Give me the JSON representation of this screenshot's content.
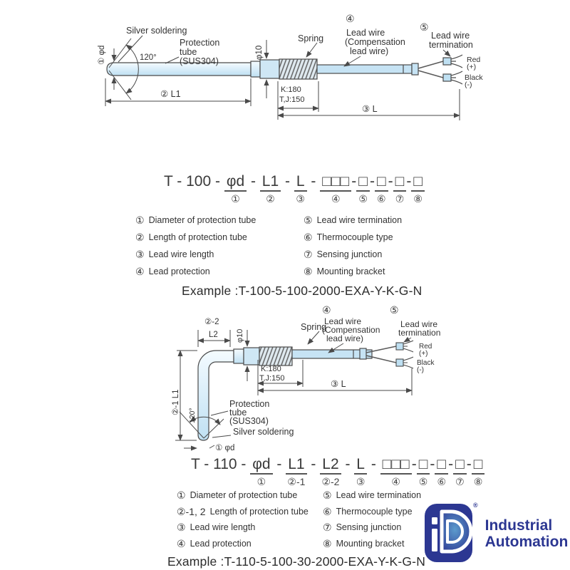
{
  "colors": {
    "tube_fill_light": "#eaf6fd",
    "tube_fill": "#c6e3f4",
    "line": "#4a4a4a",
    "text": "#333333",
    "logo_blue": "#2c3792",
    "logo_inner_blue": "#4e8fc0",
    "terminal_red_label": "Red",
    "terminal_black_label": "Black"
  },
  "drawing1": {
    "callouts": {
      "silver_soldering": "Silver soldering",
      "protection_tube": [
        "Protection",
        "tube",
        "(SUS304)"
      ],
      "spring": "Spring",
      "lead_wire_num": "④",
      "lead_wire": [
        "Lead wire",
        "(Compensation",
        "lead wire)"
      ],
      "termination_num": "⑤",
      "termination": [
        "Lead wire",
        "termination"
      ],
      "red": "Red",
      "red_sign": "(+)",
      "black": "Black",
      "black_sign": "(-)"
    },
    "dims": {
      "phi_d": "① φd",
      "angle": "120°",
      "l1": "② L1",
      "phi_10": "φ10",
      "spring_len_1": "K:180",
      "spring_len_2": "T,J:150",
      "l": "③ L"
    }
  },
  "model1": {
    "prefix": "T - 100",
    "segments": [
      {
        "sep": " - ",
        "text": "φd",
        "num": "①"
      },
      {
        "sep": " - ",
        "text": "L1",
        "num": "②"
      },
      {
        "sep": " - ",
        "text": "L",
        "num": "③"
      },
      {
        "sep": " - ",
        "text": "□□□",
        "num": "④"
      },
      {
        "sep": "-",
        "text": "□",
        "num": "⑤"
      },
      {
        "sep": "-",
        "text": "□",
        "num": "⑥"
      },
      {
        "sep": "-",
        "text": "□",
        "num": "⑦"
      },
      {
        "sep": "-",
        "text": "□",
        "num": "⑧"
      }
    ]
  },
  "legend1": {
    "items": [
      {
        "num": "①",
        "label": "Diameter of protection tube"
      },
      {
        "num": "②",
        "label": "Length of protection tube"
      },
      {
        "num": "③",
        "label": "Lead wire length"
      },
      {
        "num": "④",
        "label": "Lead protection"
      },
      {
        "num": "⑤",
        "label": "Lead wire termination"
      },
      {
        "num": "⑥",
        "label": "Thermocouple type"
      },
      {
        "num": "⑦",
        "label": "Sensing junction"
      },
      {
        "num": "⑧",
        "label": "Mounting bracket"
      }
    ]
  },
  "example1": "Example :T-100-5-100-2000-EXA-Y-K-G-N",
  "drawing2": {
    "callouts": {
      "silver_soldering": "Silver soldering",
      "protection_tube": [
        "Protection",
        "tube",
        "(SUS304)"
      ],
      "spring": "Spring",
      "lead_wire_num": "④",
      "lead_wire": [
        "Lead wire",
        "(Compensation",
        "lead wire)"
      ],
      "termination_num": "⑤",
      "termination": [
        "Lead wire",
        "termination"
      ],
      "red": "Red",
      "red_sign": "(+)",
      "black": "Black",
      "black_sign": "(-)"
    },
    "dims": {
      "l2_num": "②-2",
      "l2": "L2",
      "phi_10": "φ10",
      "spring_len_1": "K:180",
      "spring_len_2": "T,J:150",
      "l": "③ L",
      "l1": "②-1 L1",
      "angle": "120°",
      "phi_d": "① φd"
    }
  },
  "model2": {
    "prefix": "T - 110",
    "segments": [
      {
        "sep": " - ",
        "text": "φd",
        "num": "①"
      },
      {
        "sep": " - ",
        "text": "L1",
        "num": "②-1"
      },
      {
        "sep": " - ",
        "text": "L2",
        "num": "②-2"
      },
      {
        "sep": " - ",
        "text": "L",
        "num": "③"
      },
      {
        "sep": " - ",
        "text": "□□□",
        "num": "④"
      },
      {
        "sep": "-",
        "text": "□",
        "num": "⑤"
      },
      {
        "sep": "-",
        "text": "□",
        "num": "⑥"
      },
      {
        "sep": "-",
        "text": "□",
        "num": "⑦"
      },
      {
        "sep": "-",
        "text": "□",
        "num": "⑧"
      }
    ]
  },
  "legend2": {
    "items": [
      {
        "num": "①",
        "label": "Diameter of protection tube"
      },
      {
        "num": "②-1, 2",
        "label": "Length of protection tube"
      },
      {
        "num": "③",
        "label": "Lead wire length"
      },
      {
        "num": "④",
        "label": "Lead protection"
      },
      {
        "num": "⑤",
        "label": "Lead wire termination"
      },
      {
        "num": "⑥",
        "label": "Thermocouple type"
      },
      {
        "num": "⑦",
        "label": "Sensing junction"
      },
      {
        "num": "⑧",
        "label": "Mounting bracket"
      }
    ]
  },
  "example2": "Example :T-110-5-100-30-2000-EXA-Y-K-G-N",
  "logo": {
    "registered": "®",
    "line1": "Industrial",
    "line2": "Automation"
  }
}
